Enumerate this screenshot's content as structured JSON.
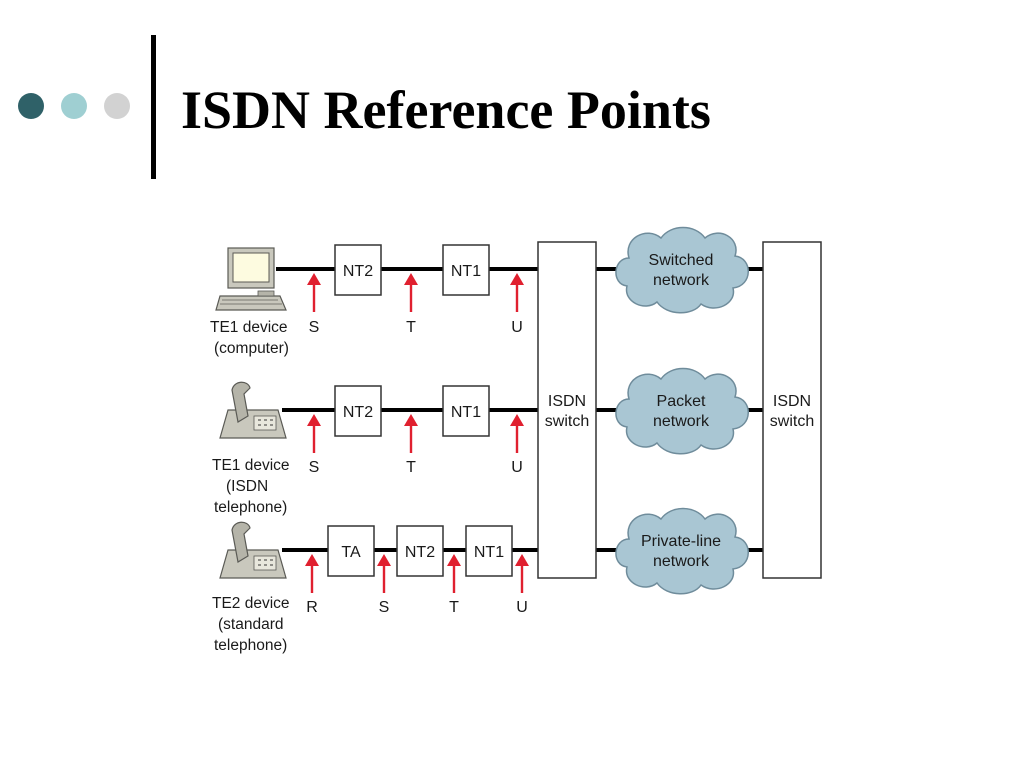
{
  "slide": {
    "title": "ISDN Reference Points"
  },
  "colors": {
    "bullet_dark": "#2f6168",
    "bullet_mid": "#9fcfd2",
    "bullet_light": "#d2d2d2",
    "arrow": "#e0202f",
    "cloud_fill": "#a9c6d3",
    "cloud_stroke": "#6f8c9b",
    "line": "#000000"
  },
  "diagram": {
    "rows": [
      {
        "device_icon": "computer-icon",
        "device_label": [
          "TE1 device",
          "(computer)"
        ],
        "boxes": [
          "NT2",
          "NT1"
        ],
        "points": [
          "S",
          "T",
          "U"
        ]
      },
      {
        "device_icon": "telephone-icon",
        "device_label": [
          "TE1 device",
          "(ISDN",
          "telephone)"
        ],
        "boxes": [
          "NT2",
          "NT1"
        ],
        "points": [
          "S",
          "T",
          "U"
        ]
      },
      {
        "device_icon": "telephone-icon",
        "device_label": [
          "TE2 device",
          "(standard",
          "telephone)"
        ],
        "boxes": [
          "TA",
          "NT2",
          "NT1"
        ],
        "points": [
          "R",
          "S",
          "T",
          "U"
        ]
      }
    ],
    "left_switch": [
      "ISDN",
      "switch"
    ],
    "right_switch": [
      "ISDN",
      "switch"
    ],
    "clouds": [
      [
        "Switched",
        "network"
      ],
      [
        "Packet",
        "network"
      ],
      [
        "Private-line",
        "network"
      ]
    ]
  }
}
